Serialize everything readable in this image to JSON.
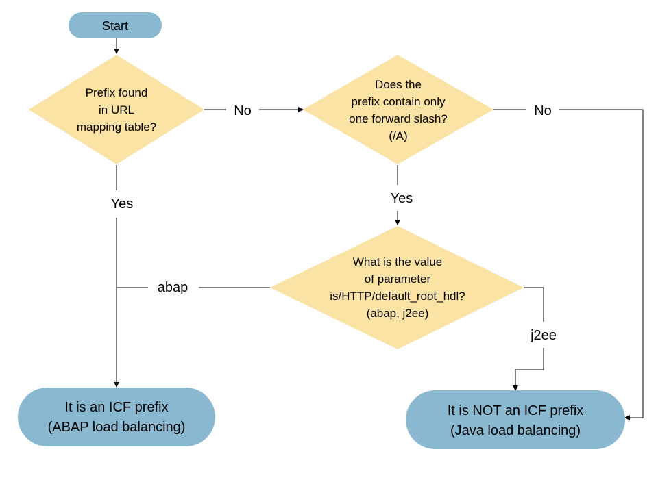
{
  "colors": {
    "terminal": "#8ab8d0",
    "decision": "#fbe3a6",
    "connector": "#000000"
  },
  "nodes": {
    "start": {
      "label": "Start"
    },
    "q_prefix": {
      "lines": [
        "Prefix found",
        "in URL",
        "mapping table?"
      ]
    },
    "q_slash": {
      "lines": [
        "Does the",
        "prefix contain only",
        "one forward slash?",
        "(/A)"
      ]
    },
    "q_param": {
      "lines": [
        "What is the value",
        "of parameter",
        "is/HTTP/default_root_hdl?",
        "(abap, j2ee)"
      ]
    },
    "end_icf": {
      "lines": [
        "It is an ICF prefix",
        "(ABAP load balancing)"
      ]
    },
    "end_not_icf": {
      "lines": [
        "It is NOT an ICF prefix",
        "(Java load balancing)"
      ]
    }
  },
  "edges": {
    "prefix_no": "No",
    "prefix_yes": "Yes",
    "slash_no": "No",
    "slash_yes": "Yes",
    "param_abap": "abap",
    "param_j2ee": "j2ee"
  }
}
